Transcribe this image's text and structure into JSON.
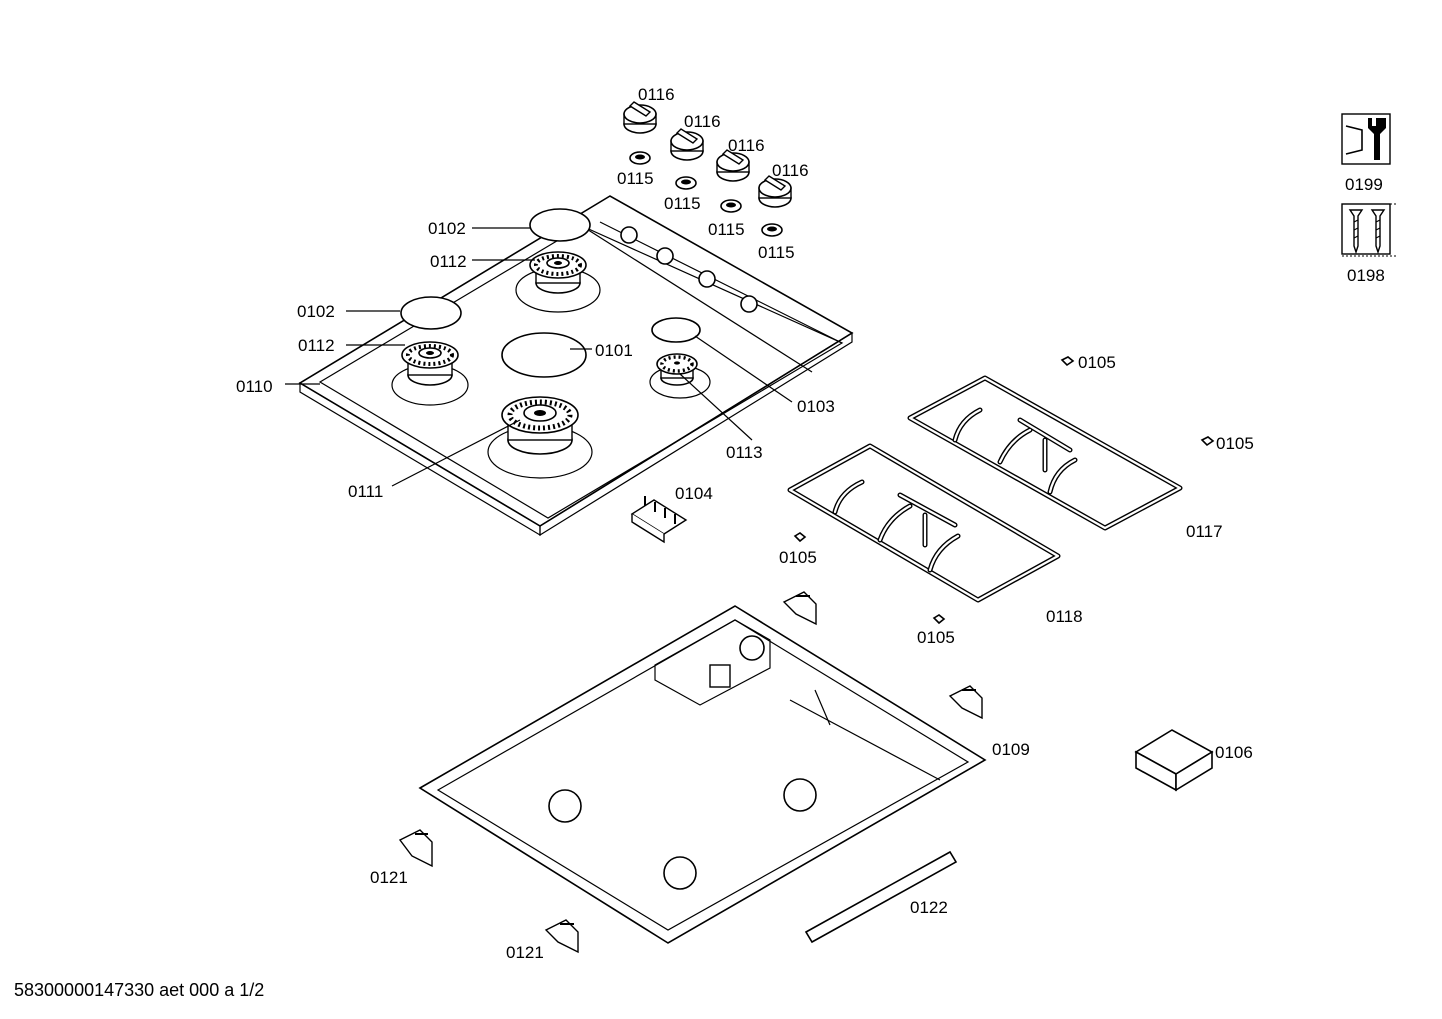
{
  "diagram": {
    "labels": {
      "p0101": "0101",
      "p0102": "0102",
      "p0103": "0103",
      "p0104": "0104",
      "p0105": "0105",
      "p0106": "0106",
      "p0109": "0109",
      "p0110": "0110",
      "p0111": "0111",
      "p0112": "0112",
      "p0113": "0113",
      "p0115": "0115",
      "p0116": "0116",
      "p0117": "0117",
      "p0118": "0118",
      "p0121": "0121",
      "p0122": "0122",
      "p0198": "0198",
      "p0199": "0199"
    },
    "icons": {
      "tool_icon": "wrench-icon",
      "screws_icon": "screws-icon"
    }
  },
  "footer": {
    "doc_ref": "58300000147330 aet 000 a 1/2"
  }
}
